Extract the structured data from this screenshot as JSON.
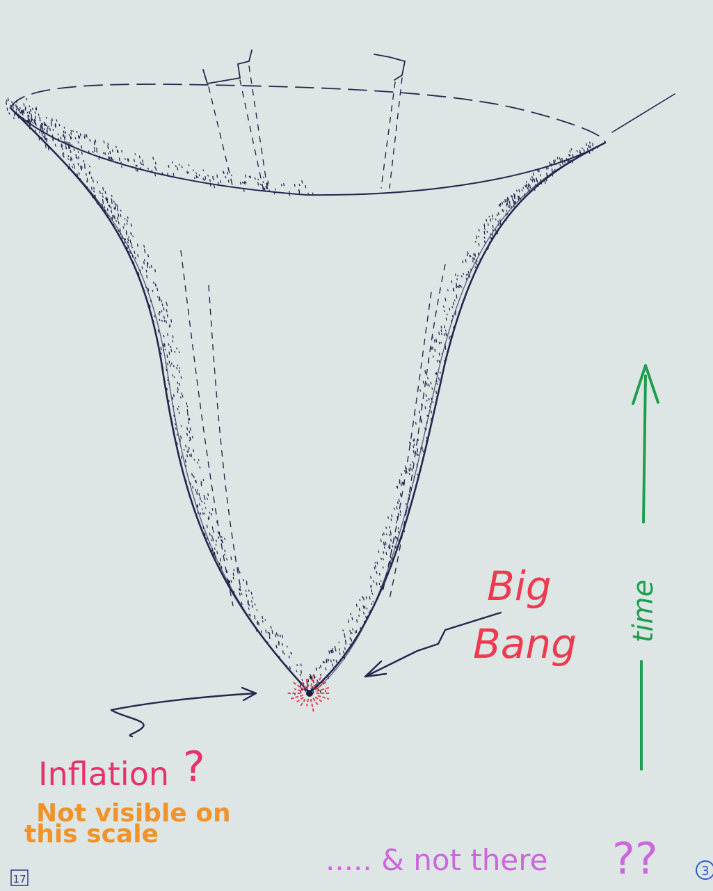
{
  "labels": {
    "big_bang_line1": "Big",
    "big_bang_line2": "Bang",
    "time": "time",
    "inflation": "Inflation",
    "inflation_q": "?",
    "not_visible_line1": "Not visible on",
    "not_visible_line2": "this scale",
    "not_there": "..... & not there",
    "not_there_q": "??",
    "slide_number": "17",
    "page_number": "3"
  },
  "colors": {
    "paper": "#dde6e5",
    "ink": "#23264e",
    "big_bang": "#ee3a4e",
    "time": "#1f9e4f",
    "inflation": "#e8306a",
    "not_visible": "#f0932b",
    "not_there": "#cc66dd",
    "page_number": "#2f5fd0"
  }
}
